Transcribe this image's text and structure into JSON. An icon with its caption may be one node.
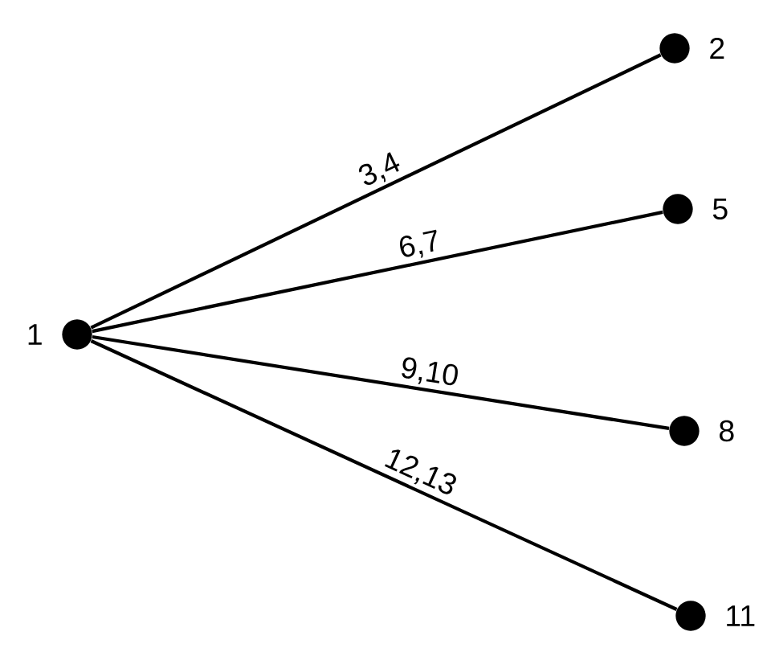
{
  "diagram": {
    "nodes": [
      {
        "text": [],
        "shape": "circle",
        "beside": [
          "1"
        ]
      },
      {
        "text": [],
        "shape": "circle",
        "beside": [
          "2"
        ]
      },
      {
        "text": [],
        "shape": "circle",
        "beside": [
          "5"
        ]
      },
      {
        "text": [],
        "shape": "circle",
        "beside": [
          "8"
        ]
      },
      {
        "text": [],
        "shape": "circle",
        "beside": [
          "11"
        ]
      }
    ],
    "edges": [
      {
        "from": 0,
        "to": 1,
        "arrow": "none",
        "label": "3,4"
      },
      {
        "from": 0,
        "to": 2,
        "arrow": "none",
        "label": "6,7"
      },
      {
        "from": 0,
        "to": 3,
        "arrow": "none",
        "label": "9,10"
      },
      {
        "from": 0,
        "to": 4,
        "arrow": "none",
        "label": "12,13"
      }
    ]
  }
}
